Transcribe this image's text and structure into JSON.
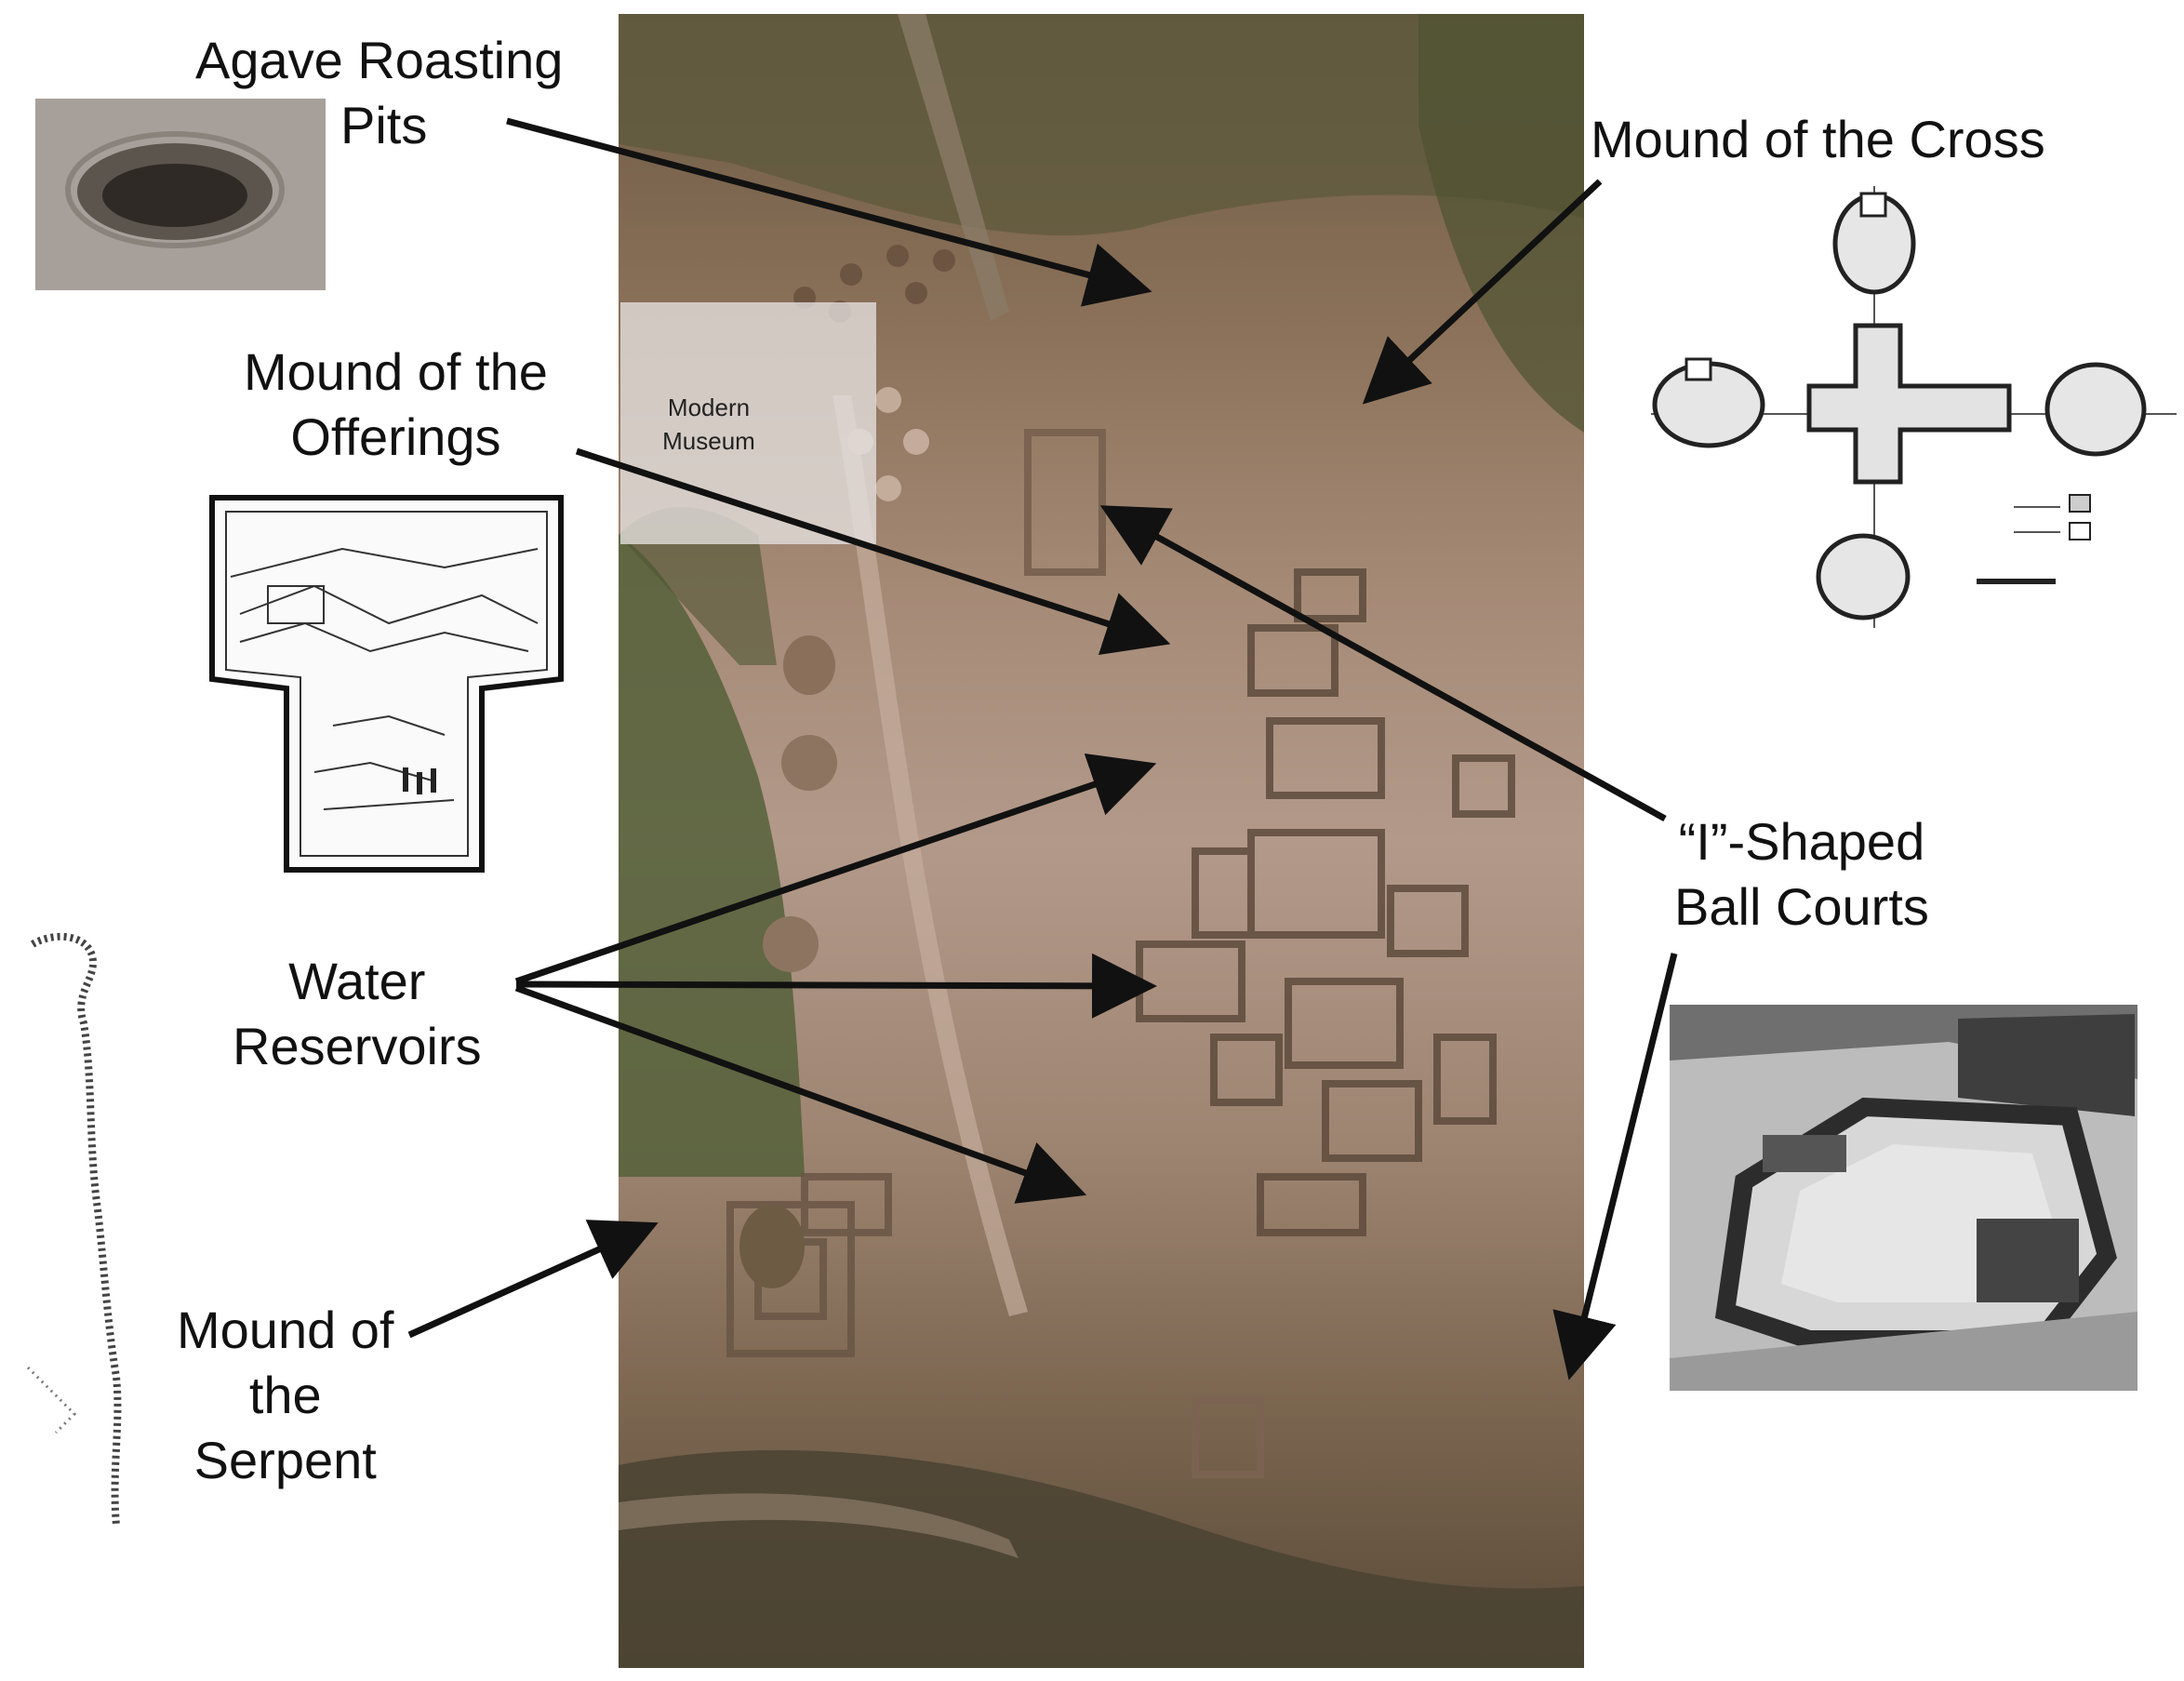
{
  "labels": {
    "agave": [
      "Agave Roasting",
      "Pits"
    ],
    "cross": [
      "Mound of the Cross"
    ],
    "offerings": [
      "Mound of the",
      "Offerings"
    ],
    "water": [
      "Water",
      "Reservoirs"
    ],
    "serpent": [
      "Mound of",
      "the",
      "Serpent"
    ],
    "ballcourts": [
      "“I”-Shaped",
      "Ball Courts"
    ]
  },
  "museum": [
    "Modern",
    "Museum"
  ],
  "icons": [
    "agave-pit-photo",
    "offerings-mound-sketch",
    "cross-mound-plan",
    "serpent-mound-outline",
    "ballcourt-photo",
    "aerial-site-photo"
  ],
  "colors": {
    "ink": "#111111",
    "aerial": "#9e8572",
    "vegetation": "#55603a"
  }
}
